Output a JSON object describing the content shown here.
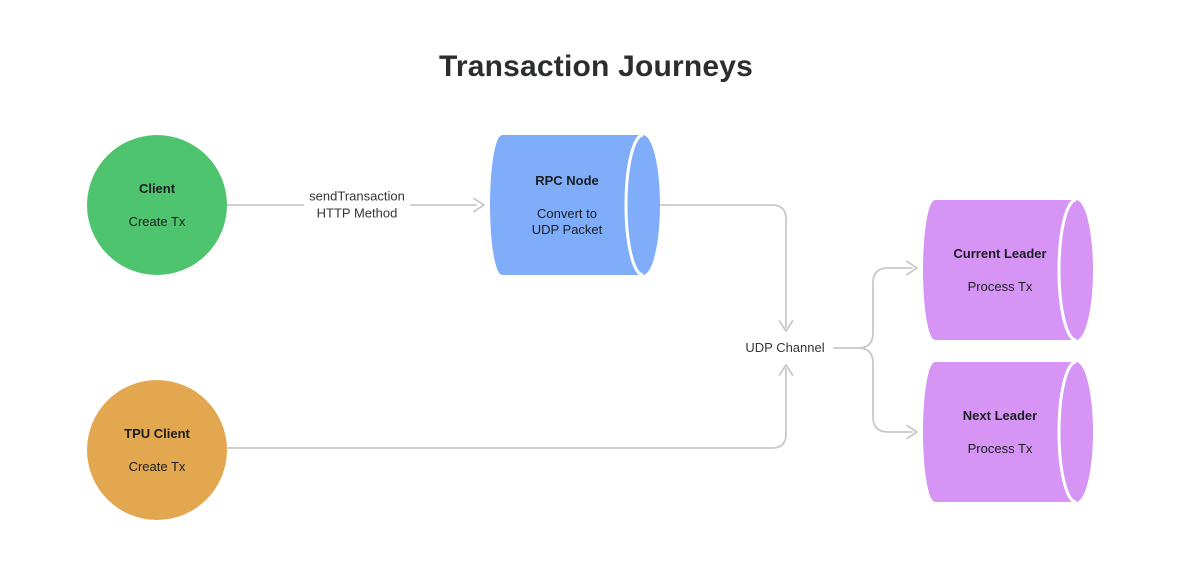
{
  "title": "Transaction Journeys",
  "nodes": {
    "client": {
      "label": "Client",
      "sublabel": "Create Tx",
      "color": "#4EC46F"
    },
    "tpu_client": {
      "label": "TPU Client",
      "sublabel": "Create Tx",
      "color": "#E3A84F"
    },
    "rpc_node": {
      "label": "RPC Node",
      "sublabel_line1": "Convert to",
      "sublabel_line2": "UDP Packet",
      "color": "#80ADFA"
    },
    "current_leader": {
      "label": "Current Leader",
      "sublabel": "Process Tx",
      "color": "#D694F4"
    },
    "next_leader": {
      "label": "Next Leader",
      "sublabel": "Process Tx",
      "color": "#D694F4"
    }
  },
  "edges": {
    "color": "#C9C9C9",
    "client_to_rpc": {
      "label_line1": "sendTransaction",
      "label_line2": "HTTP Method"
    },
    "udp_channel": {
      "label": "UDP Channel"
    }
  }
}
